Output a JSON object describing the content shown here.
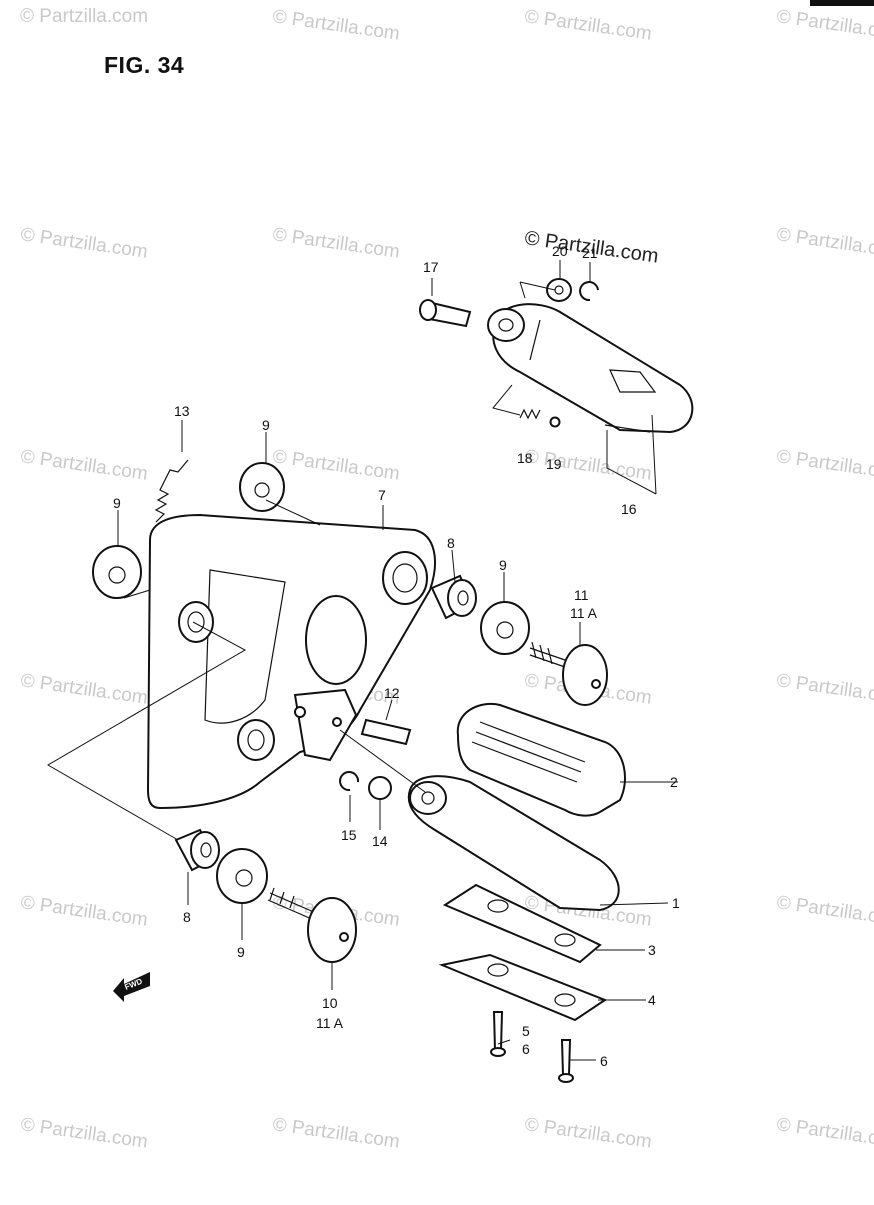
{
  "figure": {
    "title": "FIG. 34"
  },
  "watermark": {
    "text": "© Partzilla.com"
  },
  "fwd_label": "FWD",
  "callouts": [
    {
      "id": "c17",
      "label": "17"
    },
    {
      "id": "c20",
      "label": "20"
    },
    {
      "id": "c21",
      "label": "21"
    },
    {
      "id": "c13",
      "label": "13"
    },
    {
      "id": "c9a",
      "label": "9"
    },
    {
      "id": "c9b",
      "label": "9"
    },
    {
      "id": "c7",
      "label": "7"
    },
    {
      "id": "c8a",
      "label": "8"
    },
    {
      "id": "c9c",
      "label": "9"
    },
    {
      "id": "c11",
      "label": "11"
    },
    {
      "id": "c11a",
      "label": "11 A"
    },
    {
      "id": "c18",
      "label": "18"
    },
    {
      "id": "c19",
      "label": "19"
    },
    {
      "id": "c16",
      "label": "16"
    },
    {
      "id": "c12",
      "label": "12"
    },
    {
      "id": "c2",
      "label": "2"
    },
    {
      "id": "c15",
      "label": "15"
    },
    {
      "id": "c14",
      "label": "14"
    },
    {
      "id": "c1",
      "label": "1"
    },
    {
      "id": "c8b",
      "label": "8"
    },
    {
      "id": "c9d",
      "label": "9"
    },
    {
      "id": "c3",
      "label": "3"
    },
    {
      "id": "c4",
      "label": "4"
    },
    {
      "id": "c10",
      "label": "10"
    },
    {
      "id": "c11a2",
      "label": "11 A"
    },
    {
      "id": "c5",
      "label": "5"
    },
    {
      "id": "c6a",
      "label": "6"
    },
    {
      "id": "c6b",
      "label": "6"
    }
  ]
}
